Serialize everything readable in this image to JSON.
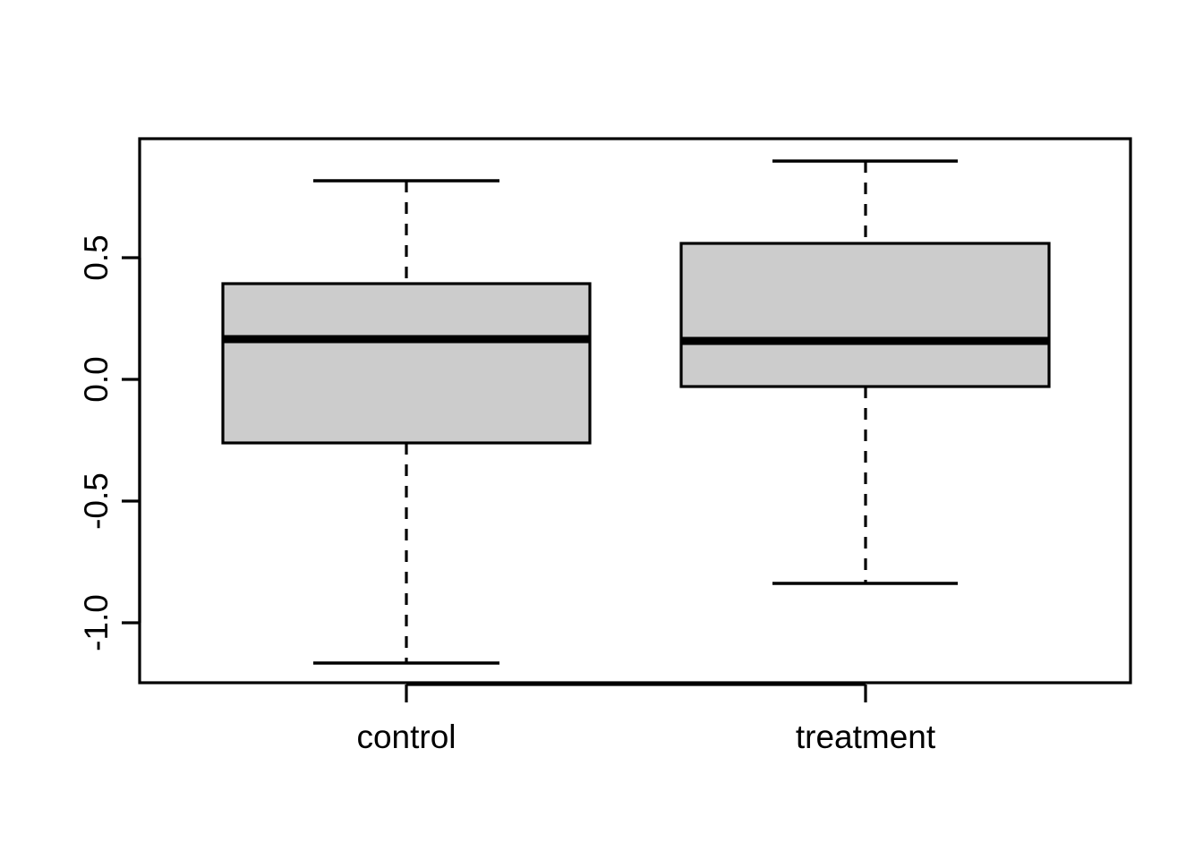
{
  "chart_data": {
    "type": "box",
    "title": "",
    "xlabel": "",
    "ylabel": "",
    "categories": [
      "control",
      "treatment"
    ],
    "ytick_labels": [
      "0.5",
      "0.0",
      "-0.5",
      "-1.0"
    ],
    "ytick_values": [
      0.5,
      0.0,
      -0.5,
      -1.0
    ],
    "ylim": [
      -1.25,
      0.98
    ],
    "grid": false,
    "legend": "none",
    "fill_color": "#cccccc",
    "line_color": "#000000",
    "boxes": [
      {
        "name": "control",
        "whisker_low": -1.165,
        "q1": -0.261,
        "median": 0.165,
        "q3": 0.393,
        "whisker_high": 0.816,
        "outliers": []
      },
      {
        "name": "treatment",
        "whisker_low": -0.838,
        "q1": -0.029,
        "median": 0.158,
        "q3": 0.559,
        "whisker_high": 0.897,
        "outliers": []
      }
    ]
  },
  "axes": {
    "y_axis_name": "y-axis",
    "x_axis_name": "x-axis"
  }
}
